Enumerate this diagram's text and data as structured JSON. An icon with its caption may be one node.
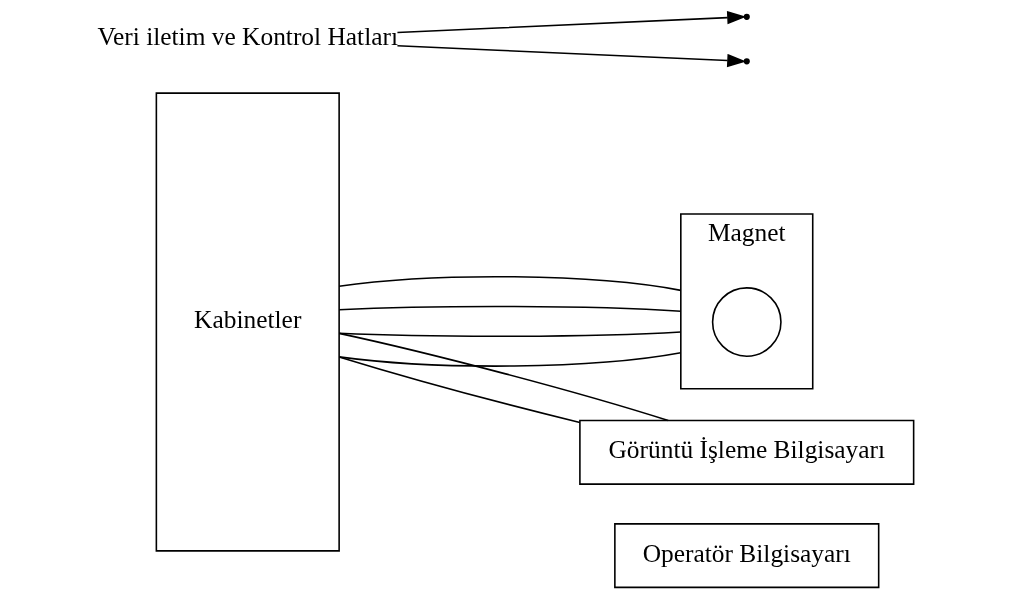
{
  "diagram": {
    "nodes": [
      {
        "text": [
          "Kabinetler"
        ]
      },
      {
        "text": [
          "Magnet"
        ]
      },
      {
        "text": [],
        "shape": "circle",
        "in": 1
      },
      {
        "text": [
          "Görüntü İşleme Bilgisayarı"
        ]
      },
      {
        "text": [
          "Operatör Bilgisayarı"
        ]
      },
      {
        "text": [
          "Veri iletim ve Kontrol Hatları"
        ]
      }
    ],
    "edges": [
      {
        "from": 0,
        "to": 1,
        "arrow": "none"
      },
      {
        "from": 0,
        "to": 1,
        "arrow": "none"
      },
      {
        "from": 0,
        "to": 1,
        "arrow": "none"
      },
      {
        "from": 0,
        "to": 1,
        "arrow": "none"
      },
      {
        "from": 0,
        "to": 3,
        "arrow": "none"
      },
      {
        "from": 0,
        "to": 3,
        "arrow": "none"
      },
      {
        "from": 5,
        "to": null,
        "arrow": "to"
      },
      {
        "from": 5,
        "to": null,
        "arrow": "to"
      }
    ]
  }
}
